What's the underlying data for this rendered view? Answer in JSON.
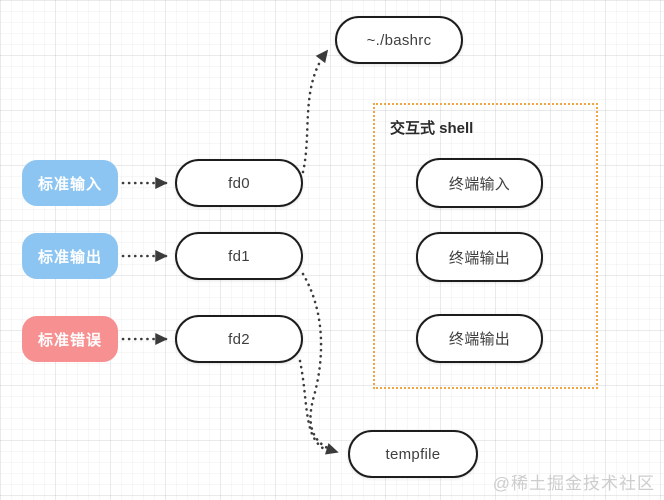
{
  "diagram": {
    "nodes": {
      "stdin": {
        "label": "标准输入",
        "color": "#8cc5f1"
      },
      "stdout": {
        "label": "标准输出",
        "color": "#8cc5f1"
      },
      "stderr": {
        "label": "标准错误",
        "color": "#f79090"
      },
      "fd0": {
        "label": "fd0"
      },
      "fd1": {
        "label": "fd1"
      },
      "fd2": {
        "label": "fd2"
      },
      "bashrc": {
        "label": "~./bashrc"
      },
      "terminal_input": {
        "label": "终端输入"
      },
      "terminal_output_1": {
        "label": "终端输出"
      },
      "terminal_output_2": {
        "label": "终端输出"
      },
      "tempfile": {
        "label": "tempfile"
      }
    },
    "shell_group": {
      "title": "交互式 shell"
    },
    "edges": [
      {
        "from": "stdin",
        "to": "fd0",
        "style": "dotted-arrow"
      },
      {
        "from": "stdout",
        "to": "fd1",
        "style": "dotted-arrow"
      },
      {
        "from": "stderr",
        "to": "fd2",
        "style": "dotted-arrow"
      },
      {
        "from": "fd0",
        "to": "bashrc",
        "style": "dotted-curved-arrow"
      },
      {
        "from": "fd1",
        "to": "tempfile",
        "style": "dotted-curved-arrow"
      },
      {
        "from": "fd2",
        "to": "tempfile",
        "style": "dotted-curved-arrow"
      }
    ],
    "colors": {
      "node_border": "#1d1d1d",
      "connector": "#3b3b3b",
      "shell_border": "#f3a540",
      "label_blue": "#8cc5f1",
      "label_red": "#f79090"
    }
  },
  "watermark": "@稀土掘金技术社区"
}
